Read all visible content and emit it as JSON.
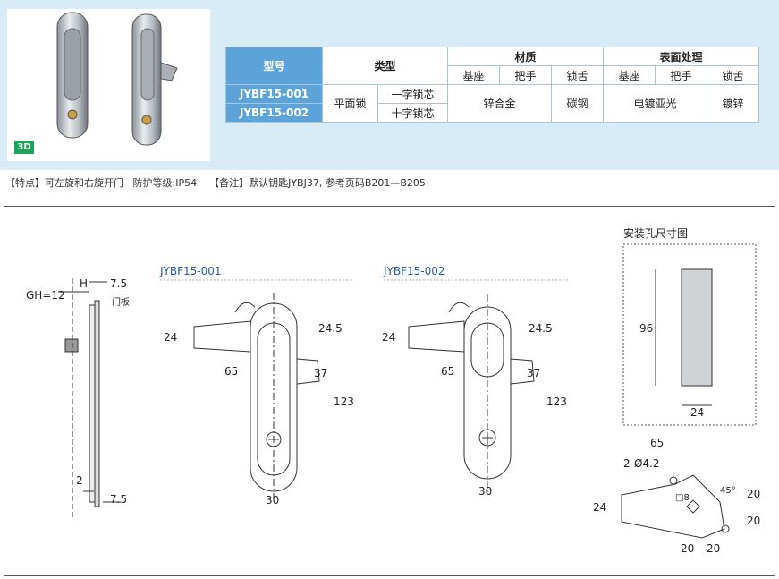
{
  "badge_3d": "3D",
  "table": {
    "col_model": "型号",
    "col_type": "类型",
    "col_material": "材质",
    "col_surface": "表面处理",
    "sub_base": "基座",
    "sub_handle": "把手",
    "sub_tongue": "锁舌",
    "rows": [
      {
        "model": "JYBF15-001",
        "subtype": "一字锁芯"
      },
      {
        "model": "JYBF15-002",
        "subtype": "十字锁芯"
      }
    ],
    "type_value": "平面锁",
    "material_base_handle": "锌合金",
    "material_tongue": "碳钢",
    "surface_base_handle": "电镀亚光",
    "surface_tongue": "镀锌"
  },
  "notes": {
    "features": "【特点】可左旋和右旋开门   防护等级:IP54",
    "remarks": "【备注】默认钥匙JYBJ37, 参考页码B201—B205"
  },
  "drawing": {
    "label_001": "JYBF15-001",
    "label_002": "JYBF15-002",
    "cutout_title": "安装孔尺寸图",
    "door_label": "门板",
    "dims": {
      "gh": "GH=12",
      "h": "H",
      "d7_5a": "7.5",
      "d2": "2",
      "d7_5b": "7.5",
      "d24": "24",
      "d65": "65",
      "d24_5": "24.5",
      "d37": "37",
      "d123": "123",
      "d30": "30",
      "d96": "96",
      "d24c": "24",
      "b65": "65",
      "b2d": "2-Ø4.2",
      "b24": "24",
      "b20a": "20",
      "b20b": "20",
      "b20c": "20",
      "b20d": "20",
      "b45": "45°",
      "b8": "□8"
    }
  },
  "colors": {
    "header_blue": "#5ba3d8",
    "band": "#d8ecf8",
    "label_blue": "#2a5aa8",
    "badge_green": "#1aa55a"
  }
}
